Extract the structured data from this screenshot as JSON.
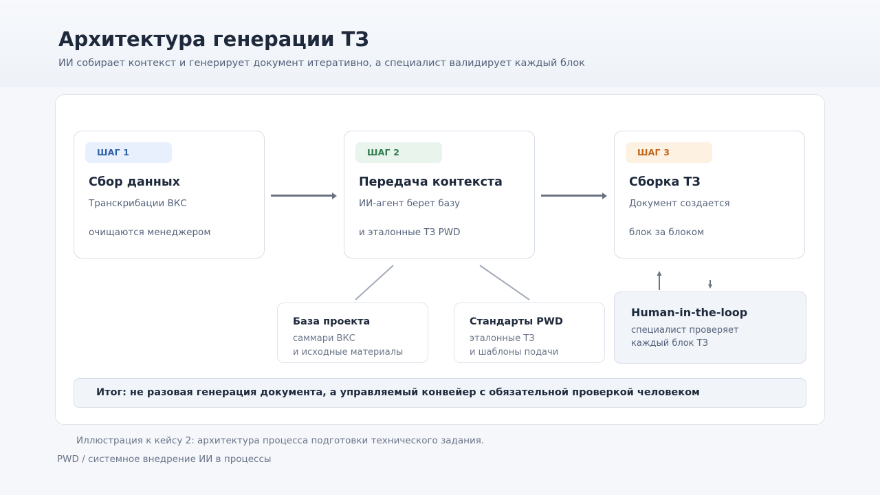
{
  "header": {
    "title": "Архитектура генерации ТЗ",
    "subtitle": "ИИ собирает контекст и генерирует документ итеративно, а специалист валидирует каждый блок"
  },
  "steps": [
    {
      "badge": "ШАГ 1",
      "title": "Сбор данных",
      "line1": "Транскрибации ВКС",
      "line2": "очищаются менеджером"
    },
    {
      "badge": "ШАГ 2",
      "title": "Передача контекста",
      "line1": "ИИ-агент берет базу",
      "line2": "и эталонные ТЗ PWD"
    },
    {
      "badge": "ШАГ 3",
      "title": "Сборка ТЗ",
      "line1": "Документ создается",
      "line2": "блок за блоком"
    }
  ],
  "sources": [
    {
      "title": "База проекта",
      "line1": "саммари ВКС",
      "line2": "и исходные материалы"
    },
    {
      "title": "Стандарты PWD",
      "line1": "эталонные ТЗ",
      "line2": "и шаблоны подачи"
    }
  ],
  "human_loop": {
    "title": "Human-in-the-loop",
    "line1": "специалист проверяет",
    "line2": "каждый блок ТЗ"
  },
  "summary": "Итог: не разовая генерация документа, а управляемый конвейер с обязательной проверкой человеком",
  "caption": "Иллюстрация к кейсу 2: архитектура процесса подготовки технического задания.",
  "footer": "PWD / системное внедрение ИИ в процессы",
  "colors": {
    "step1_badge": "#2f5fa8",
    "step2_badge": "#2f7a4d",
    "step3_badge": "#c0651a",
    "connector": "#6b7383"
  }
}
